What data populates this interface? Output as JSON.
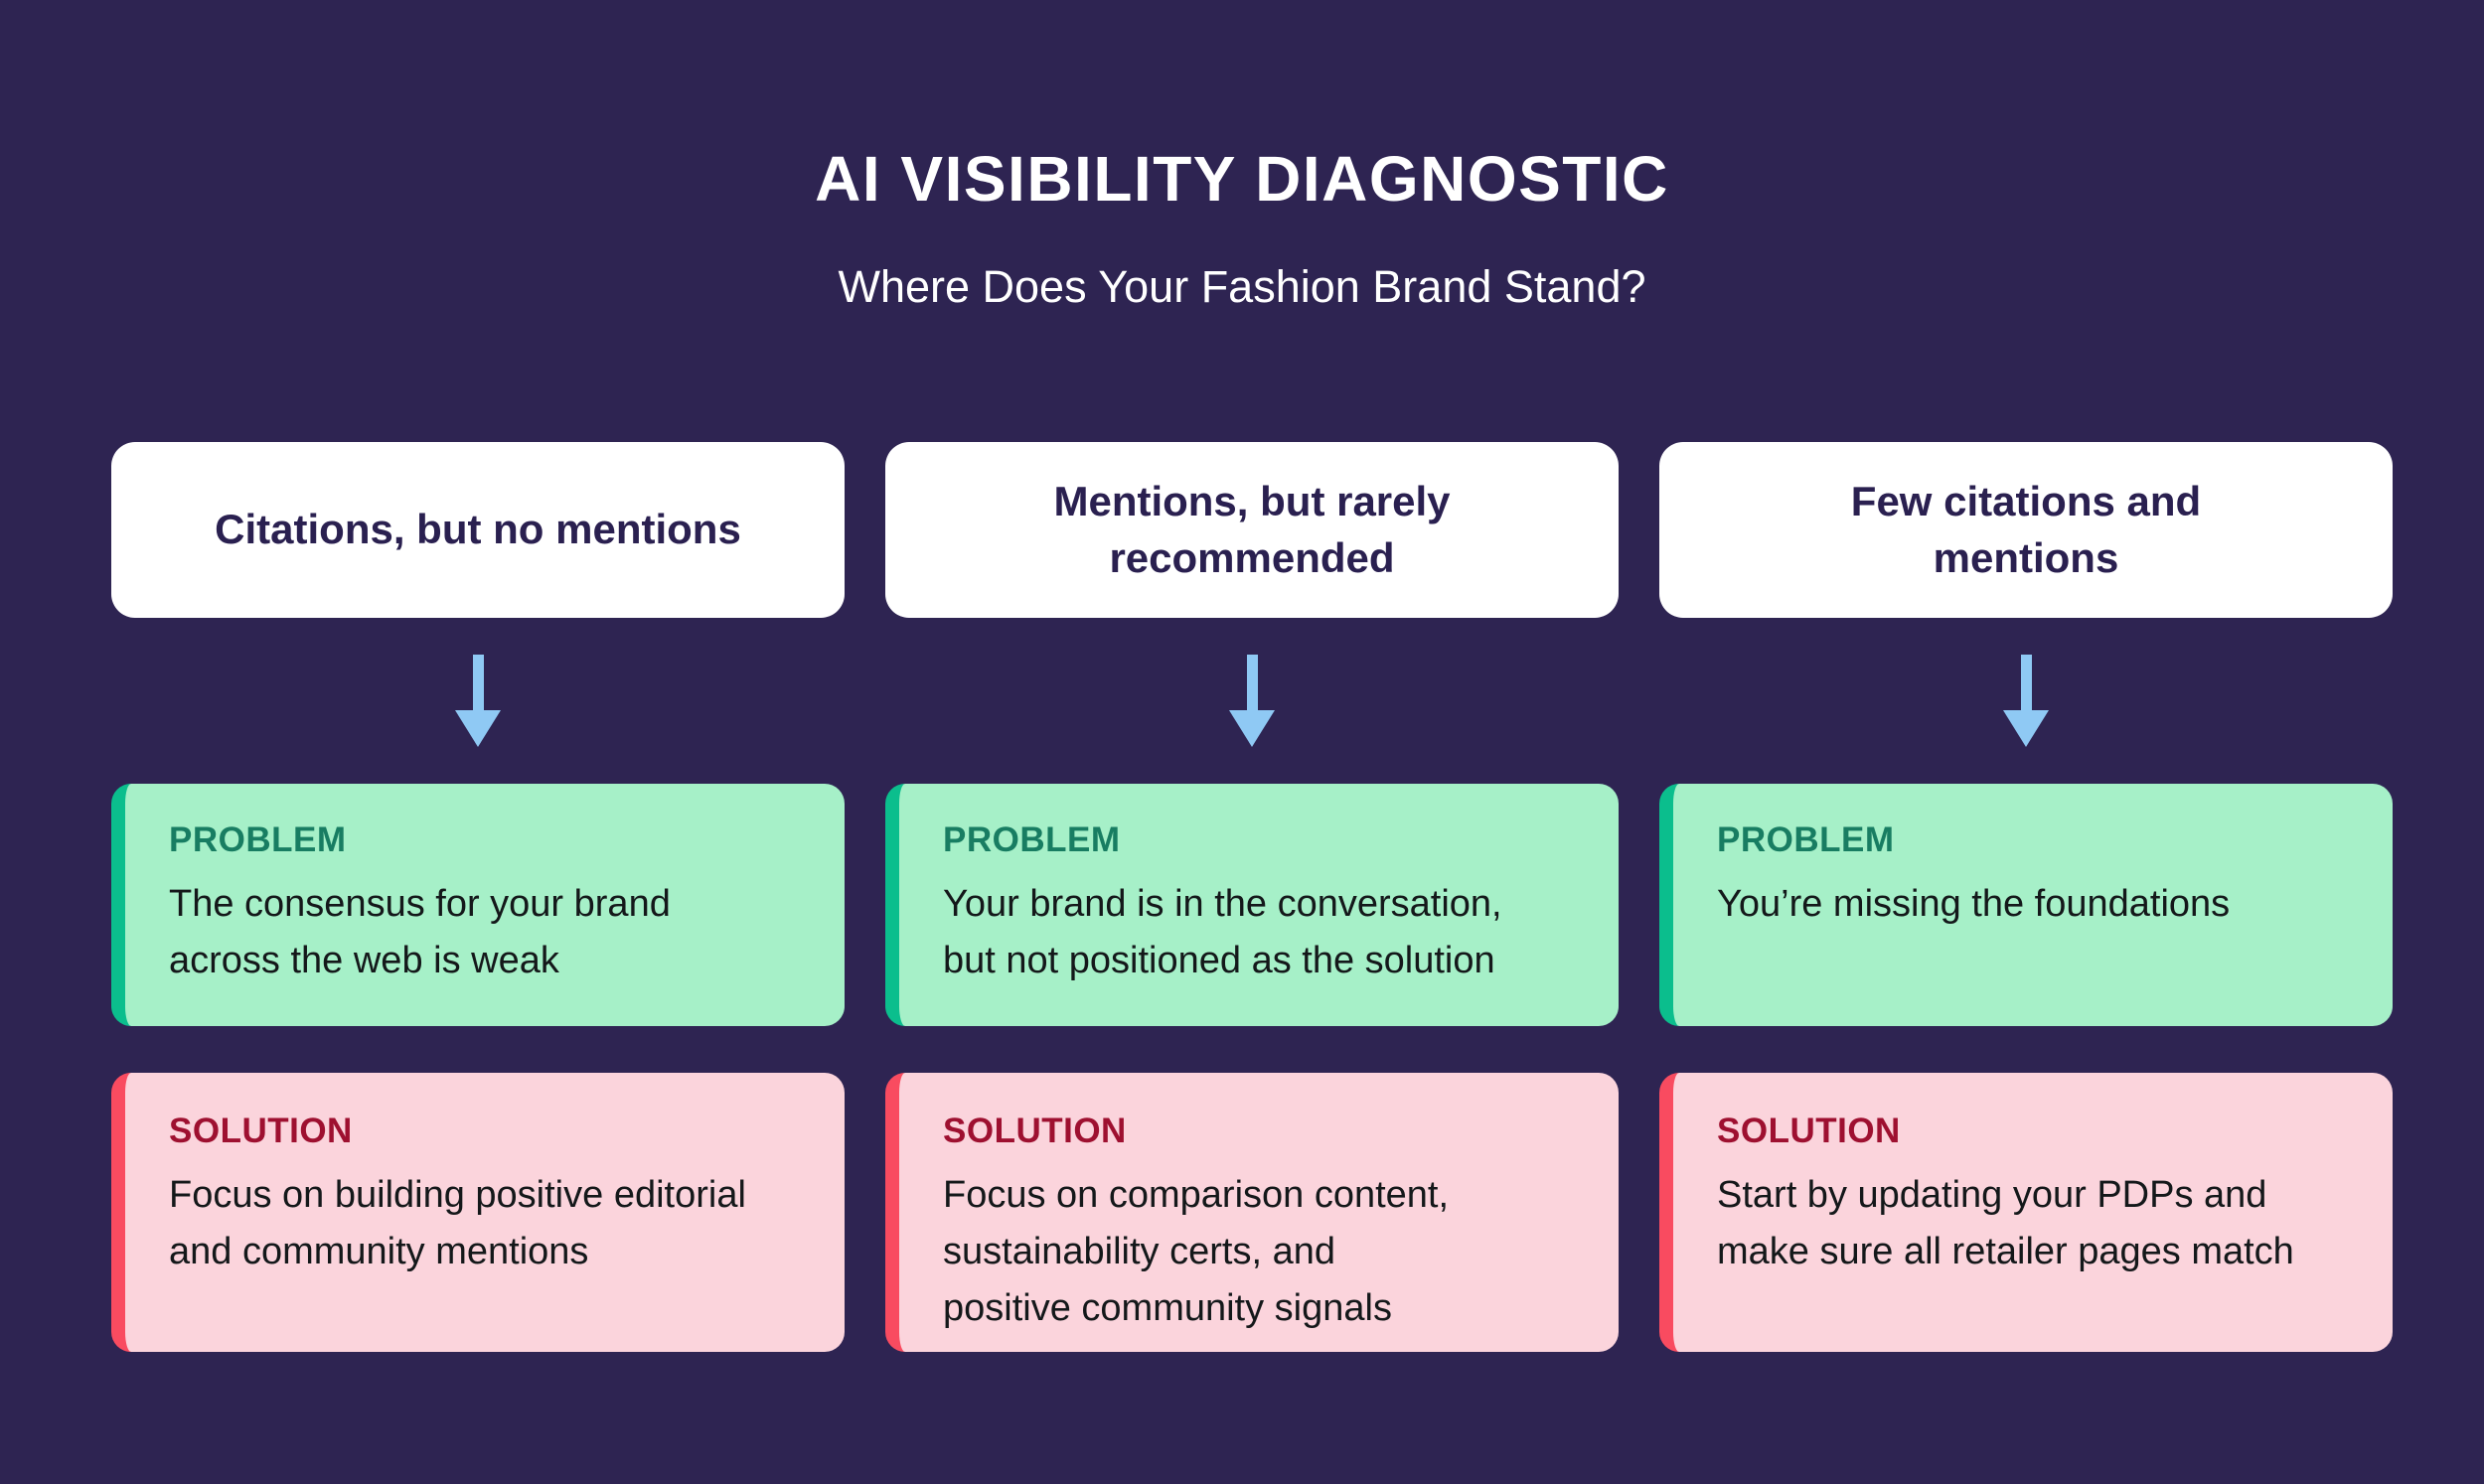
{
  "header": {
    "title": "AI VISIBILITY DIAGNOSTIC",
    "subtitle": "Where Does Your Fashion Brand Stand?"
  },
  "colors": {
    "background": "#2E2452",
    "header_card_bg": "#FFFFFF",
    "header_card_text": "#2A2050",
    "arrow_blue": "#8FC9F4",
    "problem_card_bg": "#A6F0C8",
    "problem_accent": "#0BBE8D",
    "problem_label_text": "#187D62",
    "solution_card_bg": "#FBD4DC",
    "solution_accent": "#F94B60",
    "solution_label_text": "#9E1030",
    "body_text": "#14181A"
  },
  "icons": {
    "arrow": "down-arrow"
  },
  "columns": [
    {
      "header": "Citations, but no mentions",
      "problem": {
        "label": "PROBLEM",
        "text": "The consensus for your brand\nacross the web is weak"
      },
      "solution": {
        "label": "SOLUTION",
        "text": "Focus on building positive editorial\nand community mentions"
      }
    },
    {
      "header": "Mentions, but rarely\nrecommended",
      "problem": {
        "label": "PROBLEM",
        "text": "Your brand is in the conversation,\nbut not positioned as the solution"
      },
      "solution": {
        "label": "SOLUTION",
        "text": "Focus on comparison content,\nsustainability certs, and\npositive community signals"
      }
    },
    {
      "header": "Few citations and\nmentions",
      "problem": {
        "label": "PROBLEM",
        "text": "You’re missing the foundations"
      },
      "solution": {
        "label": "SOLUTION",
        "text": "Start by updating your PDPs and\nmake sure all retailer pages match"
      }
    }
  ]
}
